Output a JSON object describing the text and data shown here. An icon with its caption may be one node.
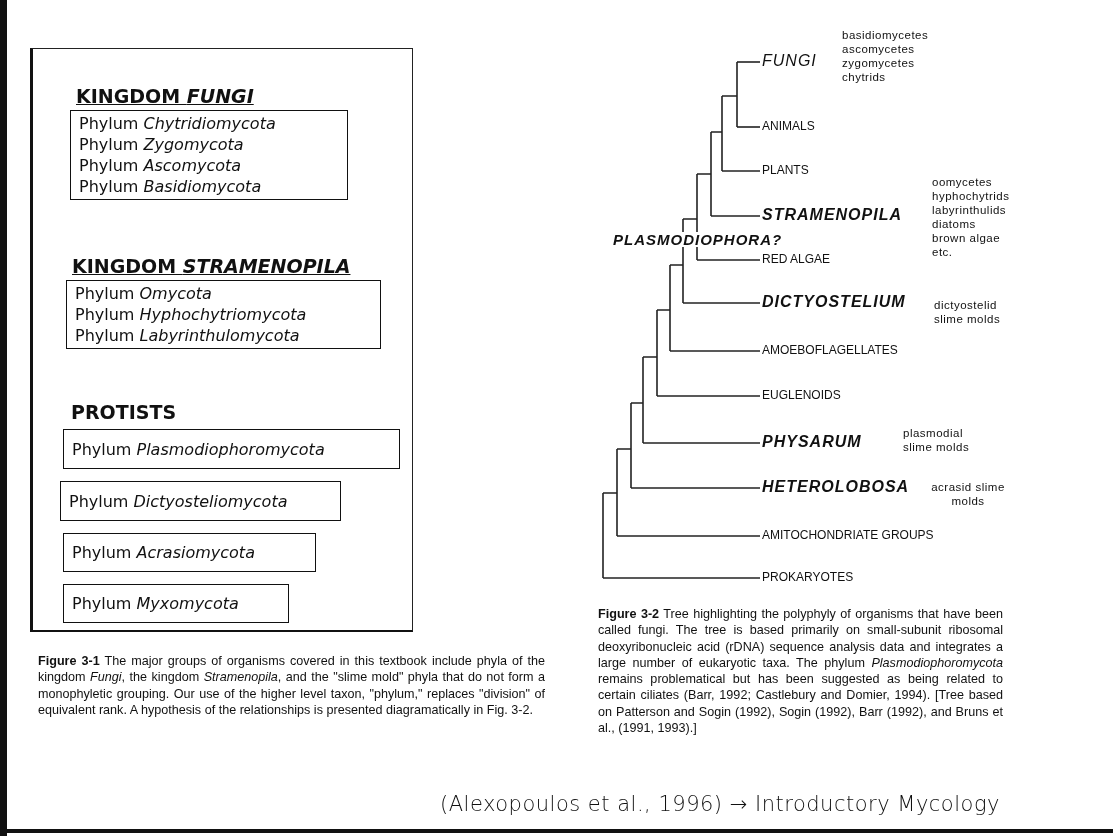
{
  "diagram": {
    "nodes": [
      {
        "text": [],
        "shape": "box"
      },
      {
        "text": [
          "KINGDOM *FUNGI*",
          "Phylum *Chytridiomycota*",
          "Phylum *Zygomycota*",
          "Phylum *Ascomycota*",
          "Phylum *Basidiomycota*"
        ],
        "in": 0
      },
      {
        "text": [
          "KINGDOM *STRAMENOPILA*",
          "Phylum *Omycota*",
          "Phylum *Hyphochytriomycota*",
          "Phylum *Labyrinthulomycota*"
        ],
        "in": 0
      },
      {
        "text": [
          "Phylum *Plasmodiophoromycota*"
        ],
        "in": 0
      },
      {
        "text": [
          "Phylum *Dictyosteliomycota*"
        ],
        "in": 0
      },
      {
        "text": [
          "Phylum *Acrasiomycota*"
        ],
        "in": 0
      },
      {
        "text": [
          "Phylum *Myxomycota*"
        ],
        "in": 0
      },
      {
        "text": [
          "FUNGI"
        ],
        "beside": [
          "basidiomycetes",
          "ascomycetes",
          "zygomycetes",
          "chytrids"
        ]
      },
      {
        "text": [
          "ANIMALS"
        ]
      },
      {
        "text": [
          "PLANTS"
        ]
      },
      {
        "text": [
          "STRAMENOPILA"
        ],
        "beside": [
          "oomycetes",
          "hyphochytrids",
          "labyrinthulids",
          "diatoms",
          "brown algae",
          "etc."
        ]
      },
      {
        "text": [
          "RED ALGAE"
        ]
      },
      {
        "text": [
          "DICTYOSTELIUM"
        ],
        "beside": [
          "dictyostelid slime molds"
        ]
      },
      {
        "text": [
          "AMOEBOFLAGELLATES"
        ]
      },
      {
        "text": [
          "EUGLENOIDS"
        ]
      },
      {
        "text": [
          "PHYSARUM"
        ],
        "beside": [
          "plasmodial slime molds"
        ]
      },
      {
        "text": [
          "HETEROLOBOSA"
        ],
        "beside": [
          "acrasid slime molds"
        ]
      },
      {
        "text": [
          "AMITOCHONDRIATE GROUPS"
        ]
      },
      {
        "text": [
          "PROKARYOTES"
        ]
      }
    ],
    "edges": [
      {
        "from": null,
        "to": 7,
        "arrow": "none"
      },
      {
        "from": null,
        "to": 8,
        "arrow": "none"
      },
      {
        "from": null,
        "to": 9,
        "arrow": "none"
      },
      {
        "from": null,
        "to": 10,
        "arrow": "none"
      },
      {
        "from": null,
        "to": 11,
        "arrow": "none"
      },
      {
        "from": null,
        "to": 12,
        "arrow": "none"
      },
      {
        "from": null,
        "to": 13,
        "arrow": "none"
      },
      {
        "from": null,
        "to": 14,
        "arrow": "none"
      },
      {
        "from": null,
        "to": 15,
        "arrow": "none"
      },
      {
        "from": null,
        "to": 16,
        "arrow": "none"
      },
      {
        "from": null,
        "to": 17,
        "arrow": "none"
      },
      {
        "from": null,
        "to": 18,
        "arrow": "none"
      }
    ],
    "labels": [
      "PROTISTS",
      "PLASMODIOPHORA?",
      "**Figure 3-1**   The major groups of organisms covered in this textbook include phyla of the kingdom *Fungi*, the kingdom *Stramenopila*, and the \"slime mold\" phyla that do not form a monophyletic grouping. Our use of the higher level taxon, \"phylum,\" replaces \"division\" of equivalent rank. A hypothesis of the relationships is presented diagramatically in Fig. 3-2.",
      "**Figure 3-2**   Tree highlighting the polyphyly of organisms that have been called fungi. The tree is based primarily on small-subunit ribosomal deoxyribonucleic acid (rDNA) sequence analysis data and integrates a large number of eukaryotic taxa. The phylum *Plasmodiophoromycota* remains problematical but has been suggested as being related to certain ciliates (Barr, 1992; Castlebury and Domier, 1994). [Tree based on Patterson and Sogin (1992), Sogin (1992), Barr (1992), and Bruns et al., (1991, 1993).]",
      "(Alexopoulos et al., 1996) → Introductory Mycology"
    ]
  }
}
